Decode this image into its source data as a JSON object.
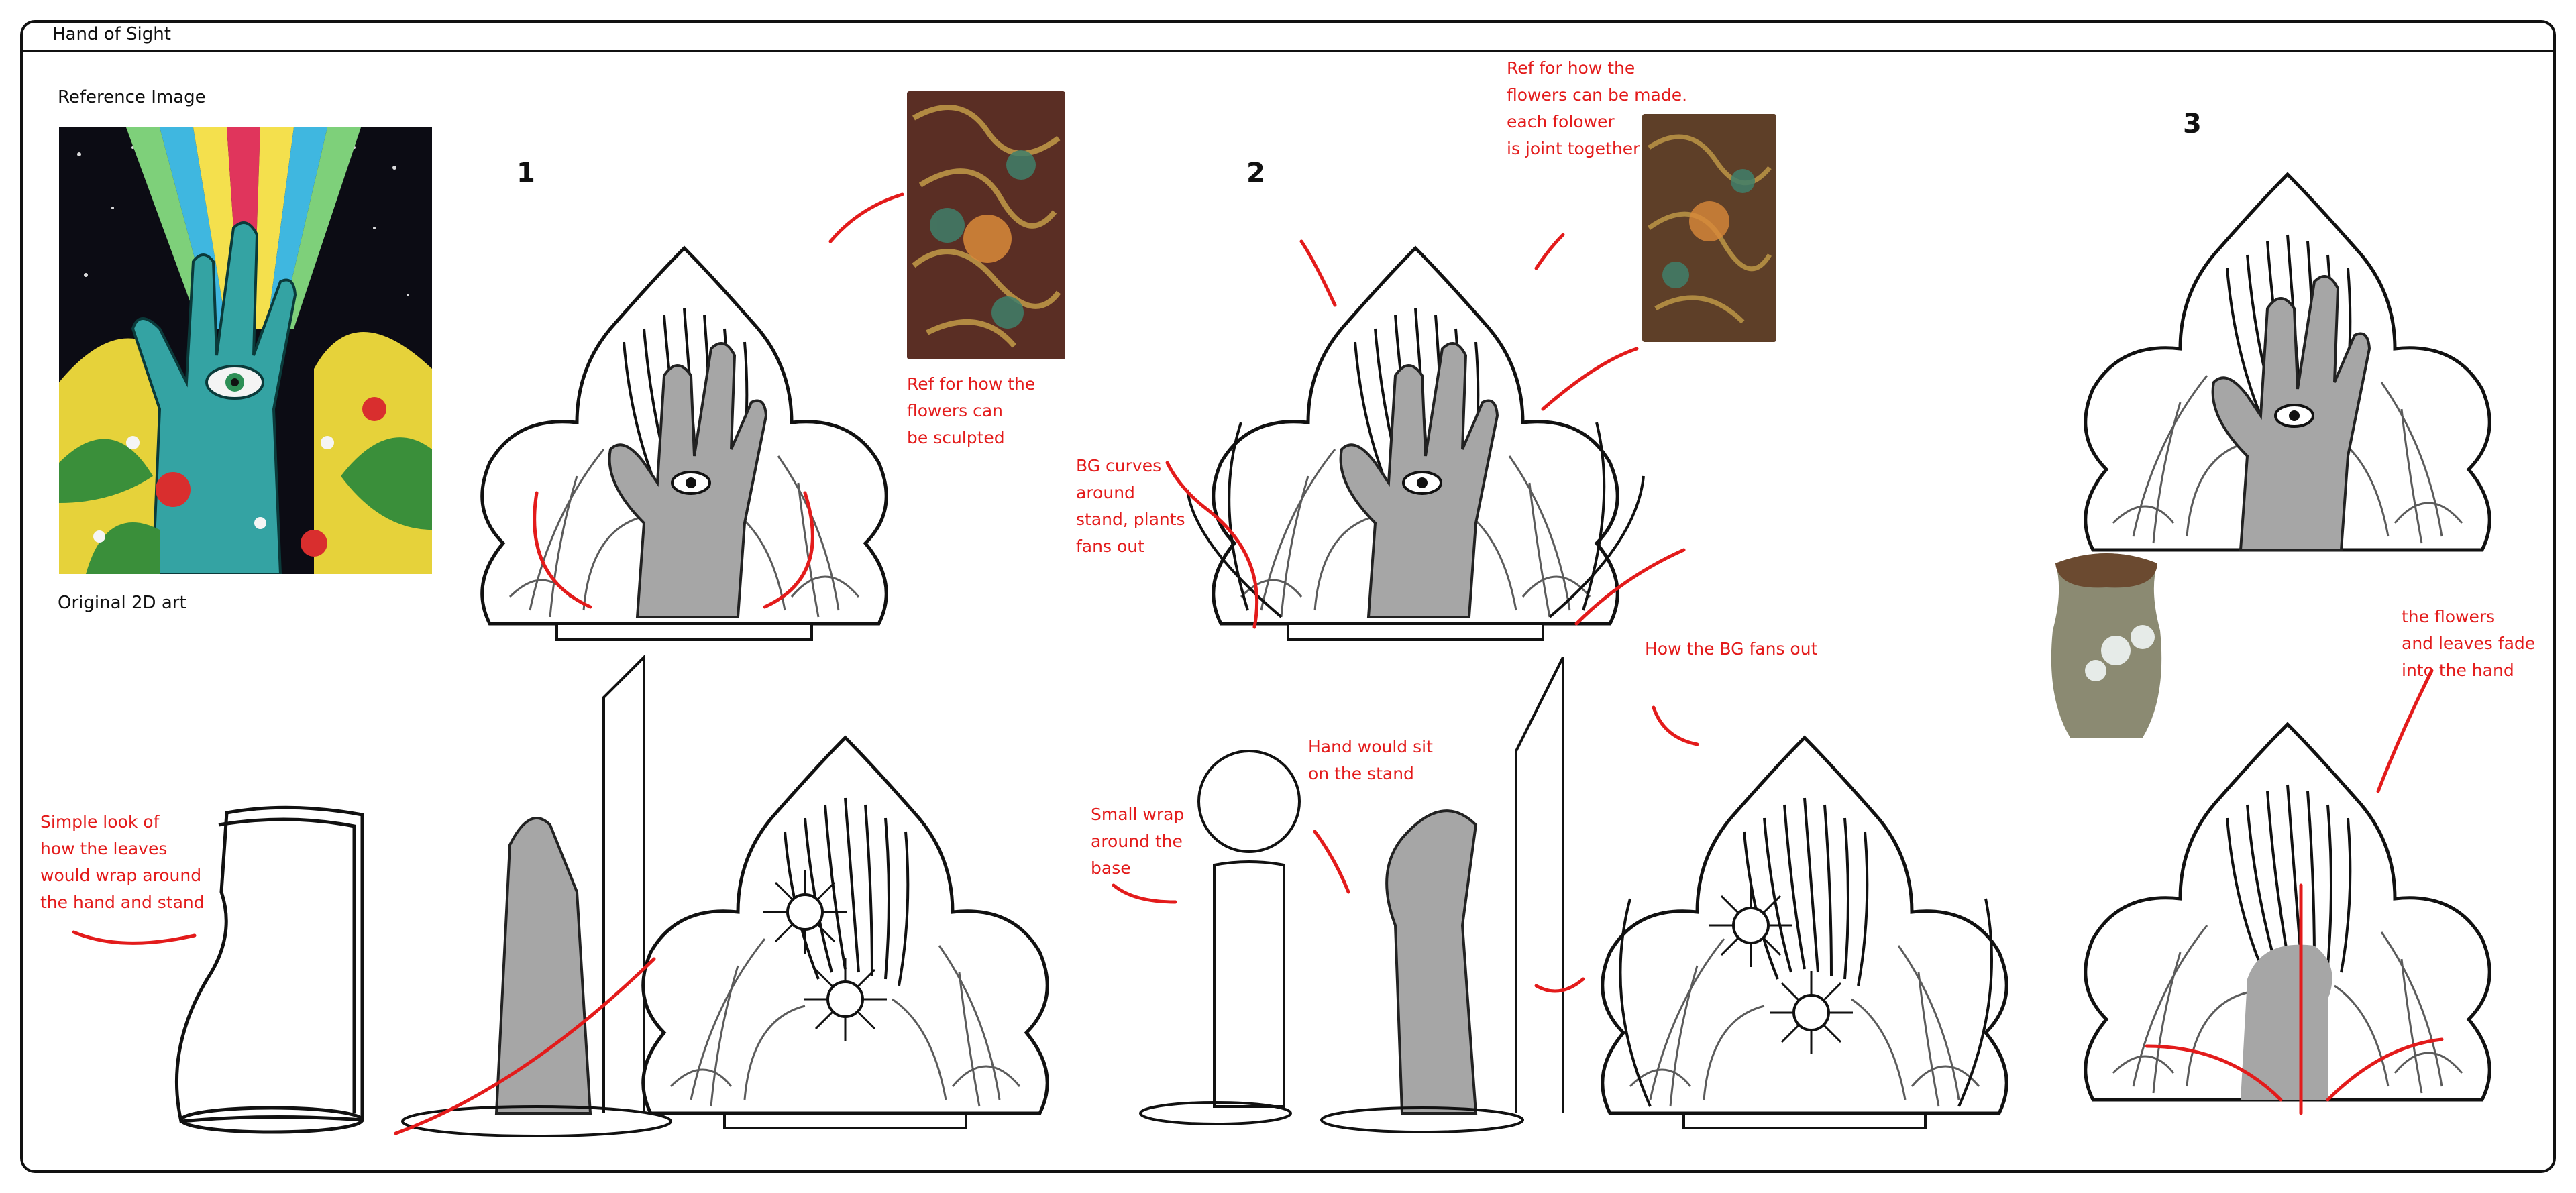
{
  "window": {
    "title": "Hand of Sight"
  },
  "reference": {
    "heading": "Reference Image",
    "caption": "Original 2D art"
  },
  "steps": {
    "one": "1",
    "two": "2",
    "three": "3"
  },
  "notes": {
    "flowers_sculpted": "Ref for how the\nflowers can\nbe sculpted",
    "flowers_made": "Ref for how the\nflowers can be made.\neach folower\nis joint together",
    "bg_curves": "BG curves\naround\nstand, plants\nfans out",
    "simple_look": "Simple look of\nhow the leaves\nwould wrap around\nthe hand and stand",
    "small_wrap": "Small wrap\naround the\nbase",
    "hand_sit": "Hand would sit\non the stand",
    "bg_fans": "How the BG fans out",
    "fade": "the flowers\nand leaves fade\ninto the hand"
  },
  "colors": {
    "annotation": "#e31b1b",
    "line": "#111111",
    "hand": "#a6a6a6"
  },
  "icons": [
    "eye-icon",
    "flower-icon",
    "arrow-icon"
  ]
}
